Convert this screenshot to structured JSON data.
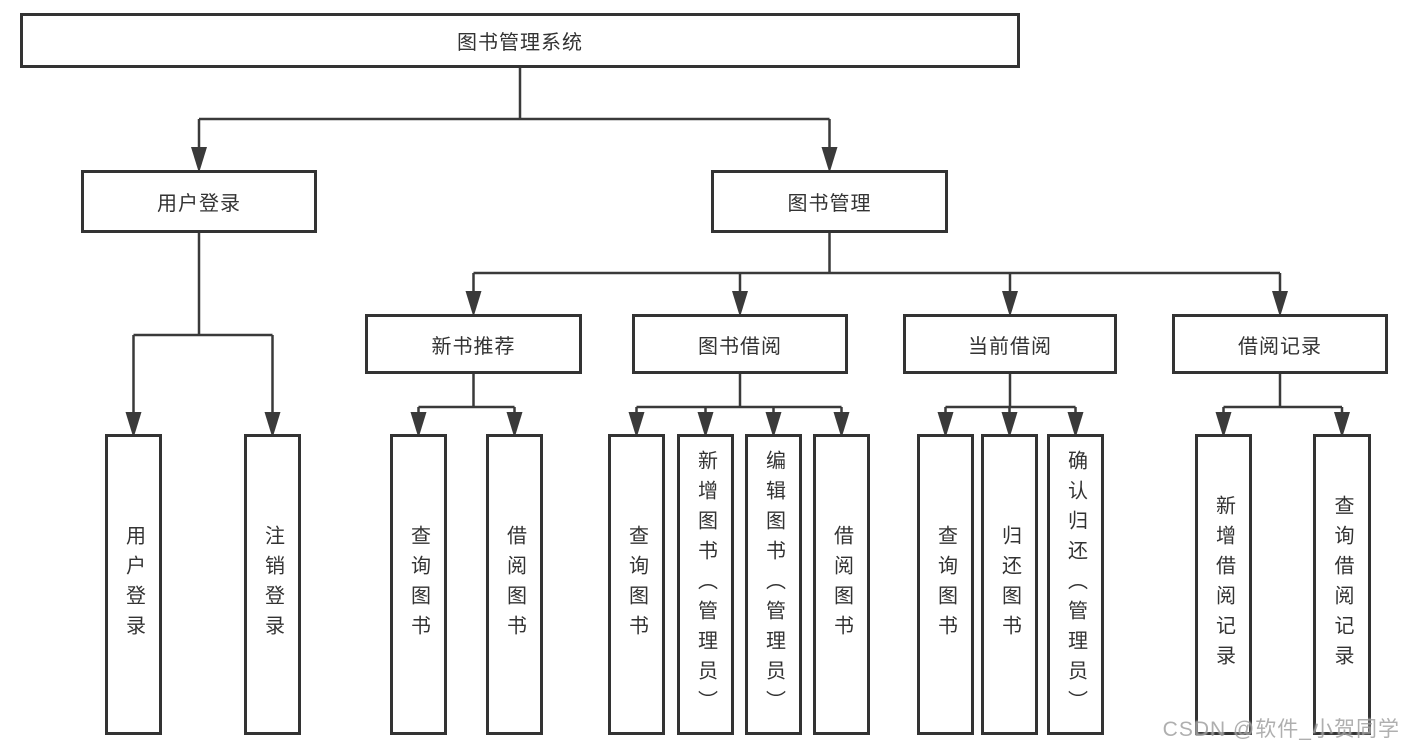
{
  "diagram": {
    "root": {
      "label": "图书管理系统",
      "children": [
        {
          "label": "用户登录",
          "children": [
            {
              "label": "用户登录"
            },
            {
              "label": "注销登录"
            }
          ]
        },
        {
          "label": "图书管理",
          "children": [
            {
              "label": "新书推荐",
              "children": [
                {
                  "label": "查询图书"
                },
                {
                  "label": "借阅图书"
                }
              ]
            },
            {
              "label": "图书借阅",
              "children": [
                {
                  "label": "查询图书"
                },
                {
                  "label": "新增图书（管理员）"
                },
                {
                  "label": "编辑图书（管理员）"
                },
                {
                  "label": "借阅图书"
                }
              ]
            },
            {
              "label": "当前借阅",
              "children": [
                {
                  "label": "查询图书"
                },
                {
                  "label": "归还图书"
                },
                {
                  "label": "确认归还（管理员）"
                }
              ]
            },
            {
              "label": "借阅记录",
              "children": [
                {
                  "label": "新增借阅记录"
                },
                {
                  "label": "查询借阅记录"
                }
              ]
            }
          ]
        }
      ]
    }
  },
  "watermark": {
    "text": "CSDN @软件_小贺同学"
  },
  "colors": {
    "line": "#3a3a3a",
    "box_border": "#333333",
    "text": "#333333",
    "watermark": "#a2a2a2",
    "background": "#ffffff"
  }
}
